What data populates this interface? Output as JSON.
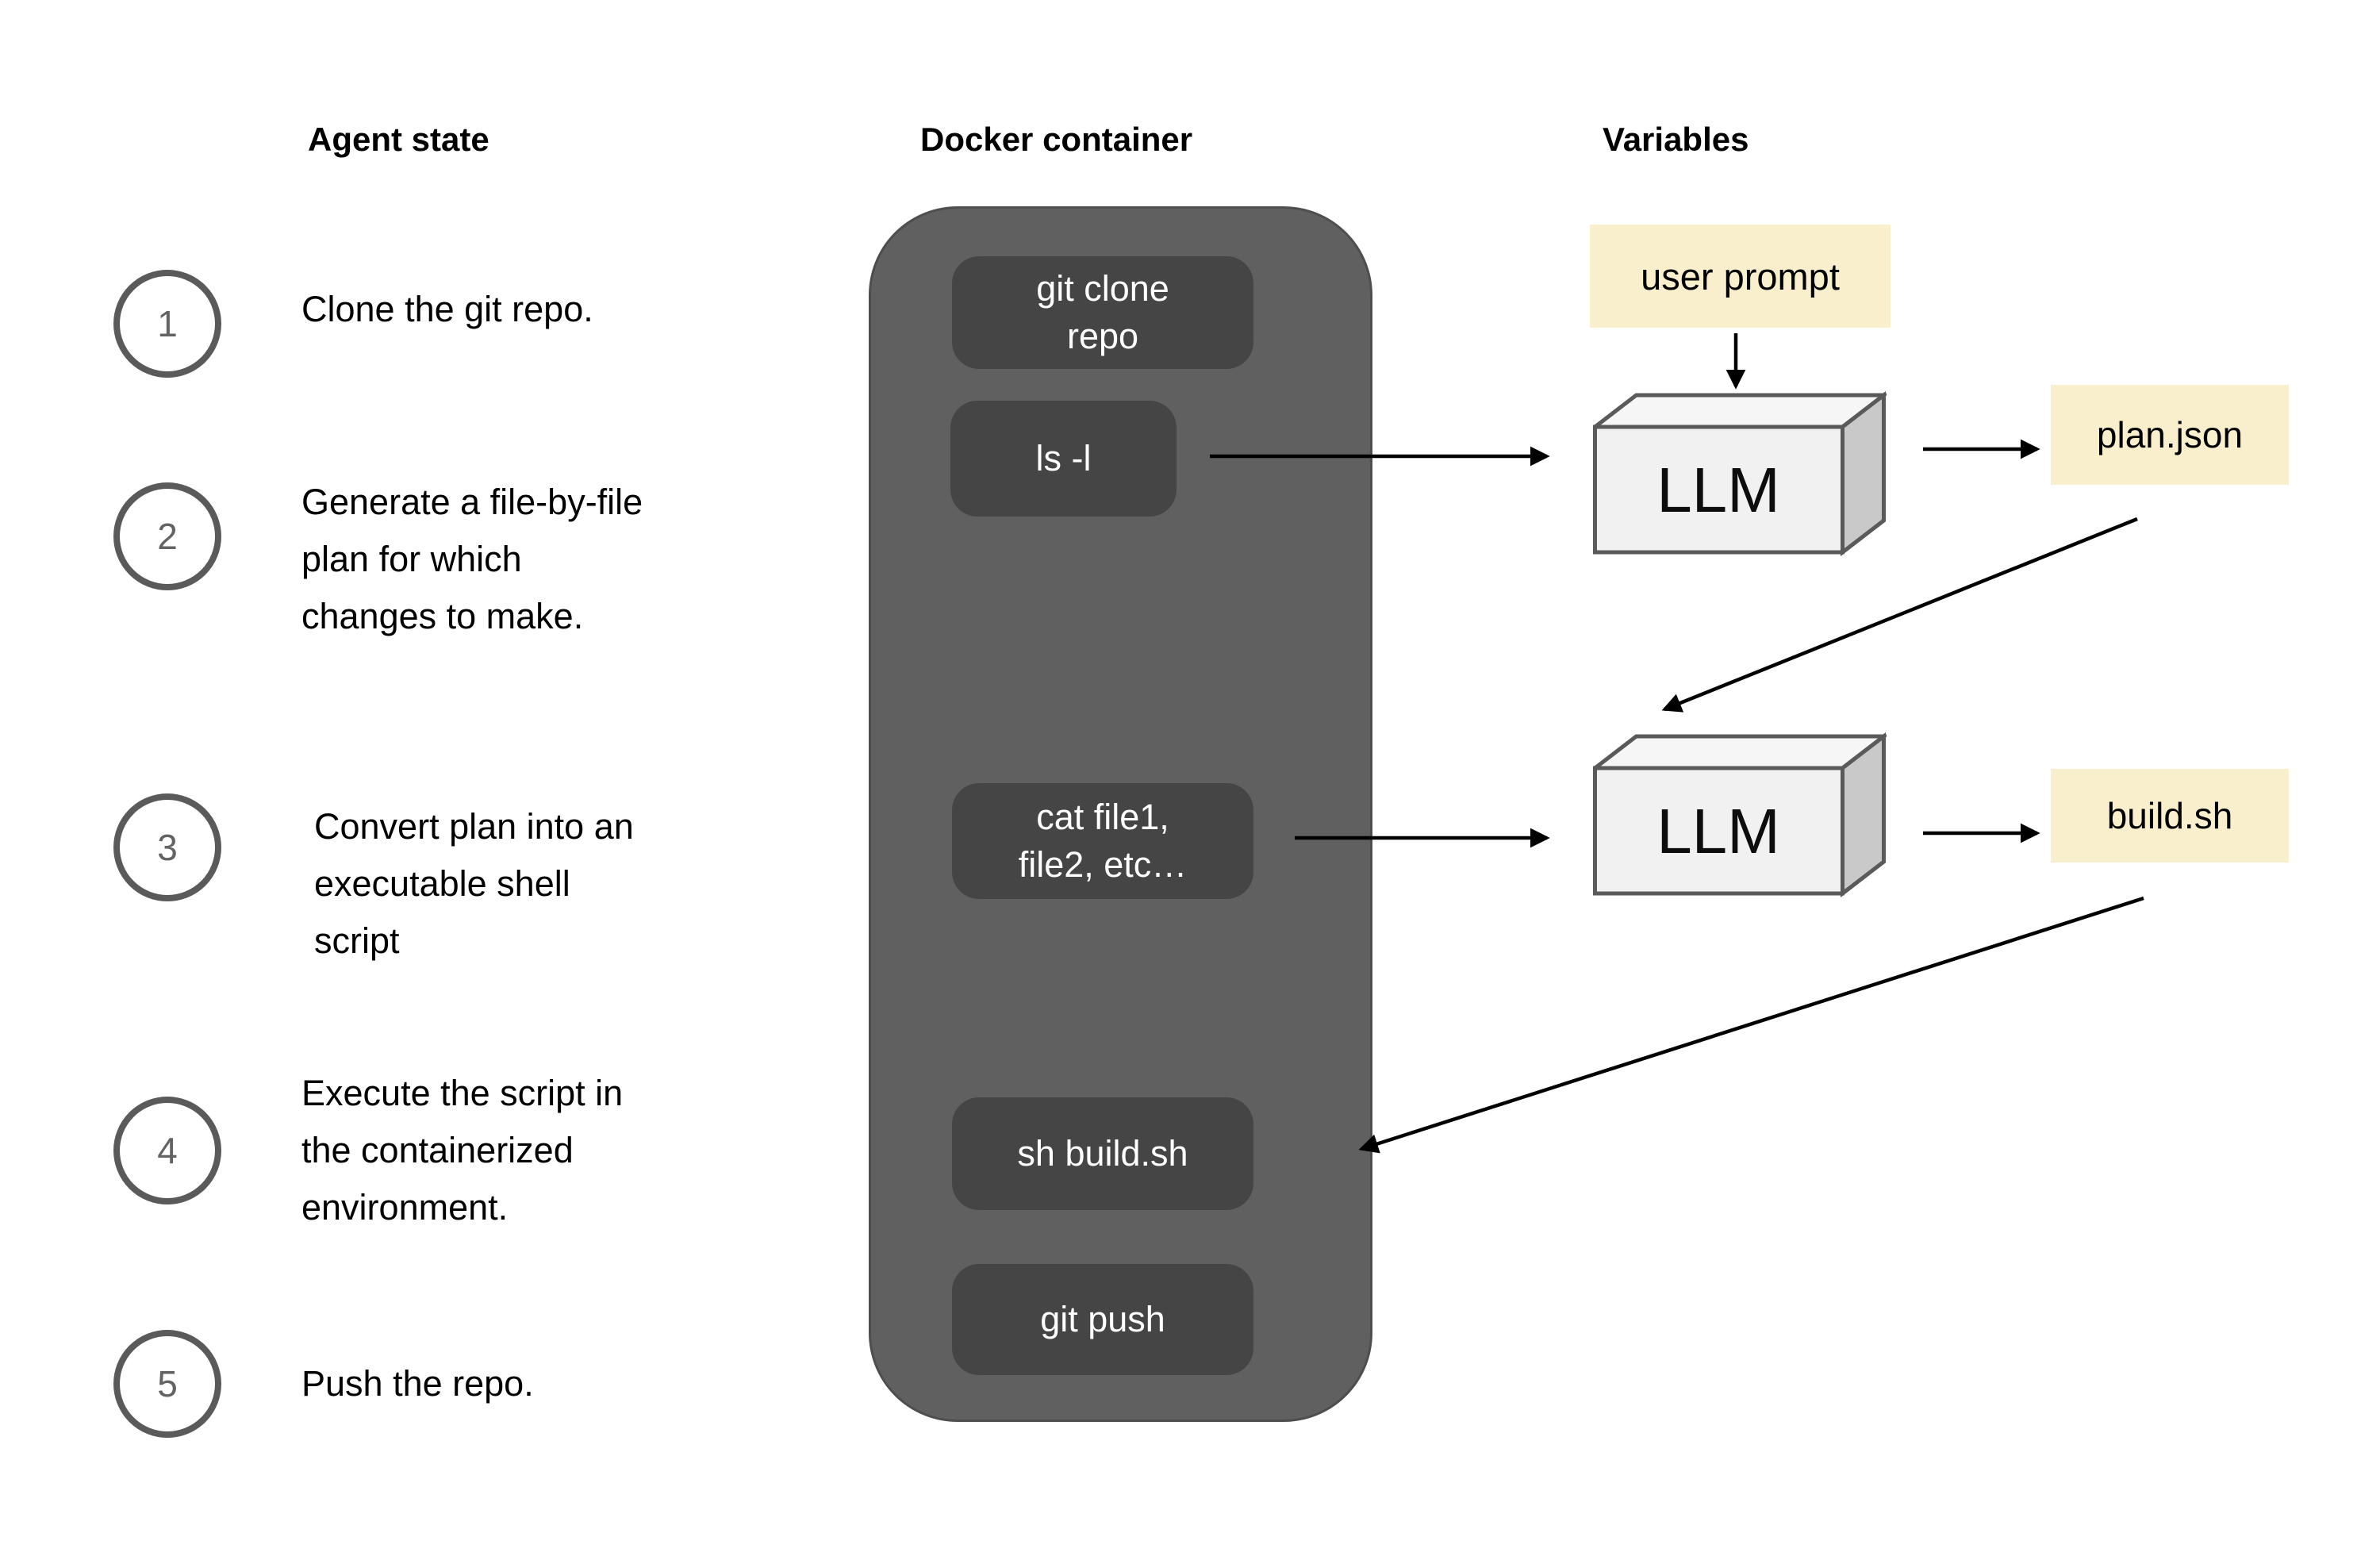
{
  "palette": {
    "container_fill": "#606060",
    "container_edge": "#4e4e4e",
    "command_fill": "#454545",
    "command_text": "#ffffff",
    "variable_fill": "#f9efcd",
    "cube_front": "#f1f1f1",
    "cube_top": "#f6f6f6",
    "cube_side": "#c9c9c9",
    "cube_stroke": "#5a5a5a",
    "circle_stroke": "#5a5a5a",
    "circle_num": "#636363",
    "arrow_color": "#000000",
    "text_color": "#000000"
  },
  "headers": {
    "agent_state": "Agent state",
    "docker_container": "Docker container",
    "variables": "Variables"
  },
  "steps": [
    {
      "num": "1",
      "text": "Clone the git repo."
    },
    {
      "num": "2",
      "text": "Generate a file-by-file\nplan for which\nchanges to make."
    },
    {
      "num": "3",
      "text": "Convert plan into an\nexecutable shell\nscript"
    },
    {
      "num": "4",
      "text": "Execute the script in\nthe containerized\nenvironment."
    },
    {
      "num": "5",
      "text": "Push the repo."
    }
  ],
  "container": {
    "commands": [
      {
        "label": "git clone\nrepo"
      },
      {
        "label": "ls -l"
      },
      {
        "label": "cat file1,\nfile2, etc…"
      },
      {
        "label": "sh build.sh"
      },
      {
        "label": "git push"
      }
    ]
  },
  "variables": {
    "user_prompt": "user prompt",
    "plan_json": "plan.json",
    "build_sh": "build.sh"
  },
  "llm": {
    "label": "LLM"
  }
}
